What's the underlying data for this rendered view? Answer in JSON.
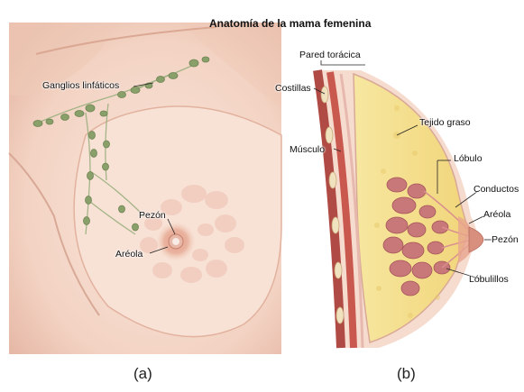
{
  "title": "Anatomía de la mama femenina",
  "panel_a": {
    "caption": "(a)",
    "labels": {
      "ganglios": "Ganglios linfáticos",
      "pezon": "Pezón",
      "areola": "Aréola"
    }
  },
  "panel_b": {
    "caption": "(b)",
    "labels": {
      "pared": "Pared torácica",
      "costillas": "Costillas",
      "musculo": "Músculo",
      "tejido": "Tejido graso",
      "lobulo": "Lóbulo",
      "conductos": "Conductos",
      "areola": "Aréola",
      "pezon": "Pezón",
      "lobulillos": "Lóbulillos"
    }
  },
  "colors": {
    "skin": "#f6dccf",
    "skin_shadow": "#e8bfae",
    "lymph": "#8aa06a",
    "fat": "#f3df8a",
    "muscle": "#c9584f",
    "lobule": "#c9787a"
  }
}
